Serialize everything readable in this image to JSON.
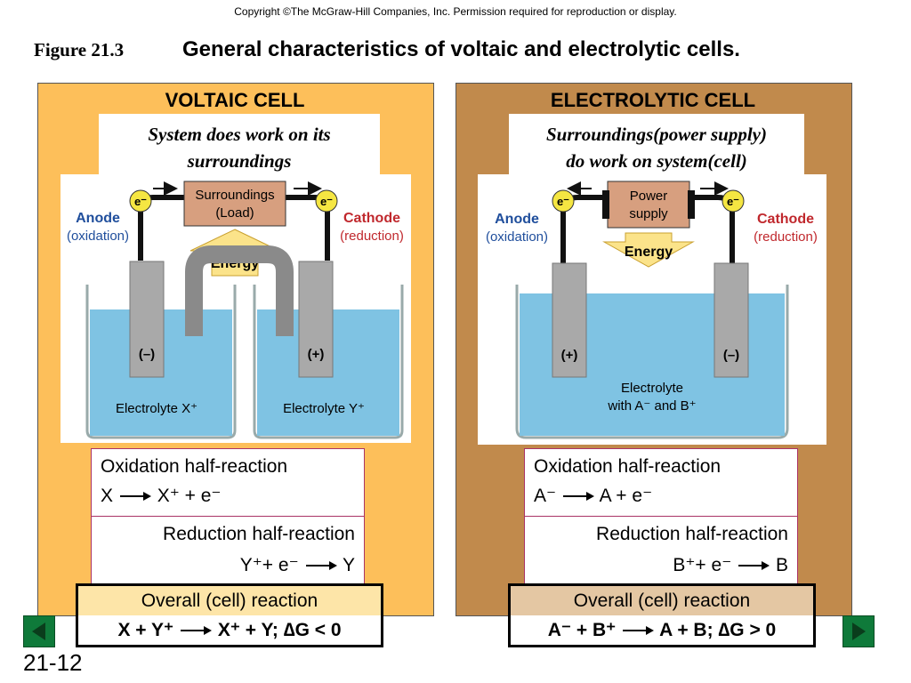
{
  "copyright": "Copyright ©The McGraw-Hill Companies, Inc.  Permission required for reproduction or display.",
  "figure_label": "Figure 21.3",
  "figure_title": "General characteristics of voltaic and electrolytic cells.",
  "slide_number": "21-12",
  "voltaic": {
    "title": "VOLTAIC CELL",
    "caption_line1": "System does work on its",
    "caption_line2": "surroundings",
    "load_line1": "Surroundings",
    "load_line2": "(Load)",
    "energy": "Energy",
    "electron": "e⁻",
    "anode": "Anode",
    "anode_sub": "(oxidation)",
    "cathode": "Cathode",
    "cathode_sub": "(reduction)",
    "anode_sign": "(–)",
    "cathode_sign": "(+)",
    "electrolyte_left": "Electrolyte X⁺",
    "electrolyte_right": "Electrolyte Y⁺",
    "ox_title": "Oxidation half-reaction",
    "ox_left": "X",
    "ox_right": "X⁺ + e⁻",
    "red_title": "Reduction half-reaction",
    "red_left": "Y⁺+ e⁻",
    "red_right": "Y",
    "overall_title": "Overall (cell) reaction",
    "overall_left": "X + Y⁺",
    "overall_right": "X⁺ + Y; ∆G < 0"
  },
  "electrolytic": {
    "title": "ELECTROLYTIC CELL",
    "caption_line1": "Surroundings(power supply)",
    "caption_line2": "do work on system(cell)",
    "supply_line1": "Power",
    "supply_line2": "supply",
    "energy": "Energy",
    "electron": "e⁻",
    "anode": "Anode",
    "anode_sub": "(oxidation)",
    "cathode": "Cathode",
    "cathode_sub": "(reduction)",
    "anode_sign": "(+)",
    "cathode_sign": "(–)",
    "electrolyte_line1": "Electrolyte",
    "electrolyte_line2": "with A⁻ and B⁺",
    "ox_title": "Oxidation half-reaction",
    "ox_left": "A⁻",
    "ox_right": "A + e⁻",
    "red_title": "Reduction half-reaction",
    "red_left": "B⁺+ e⁻",
    "red_right": "B",
    "overall_title": "Overall (cell) reaction",
    "overall_left": "A⁻ + B⁺",
    "overall_right": "A + B; ∆G > 0"
  },
  "colors": {
    "voltaic_panel": "#fdbf5a",
    "electrolytic_panel": "#c18a4c",
    "anode_blue": "#1f4e9c",
    "cathode_red": "#c0282d",
    "electrolyte": "#7fc3e3",
    "energy_arrow": "#fbe38a",
    "nav_green": "#0f7a3a"
  },
  "nav": {
    "prev_icon": "prev-arrow-icon",
    "next_icon": "next-arrow-icon"
  }
}
